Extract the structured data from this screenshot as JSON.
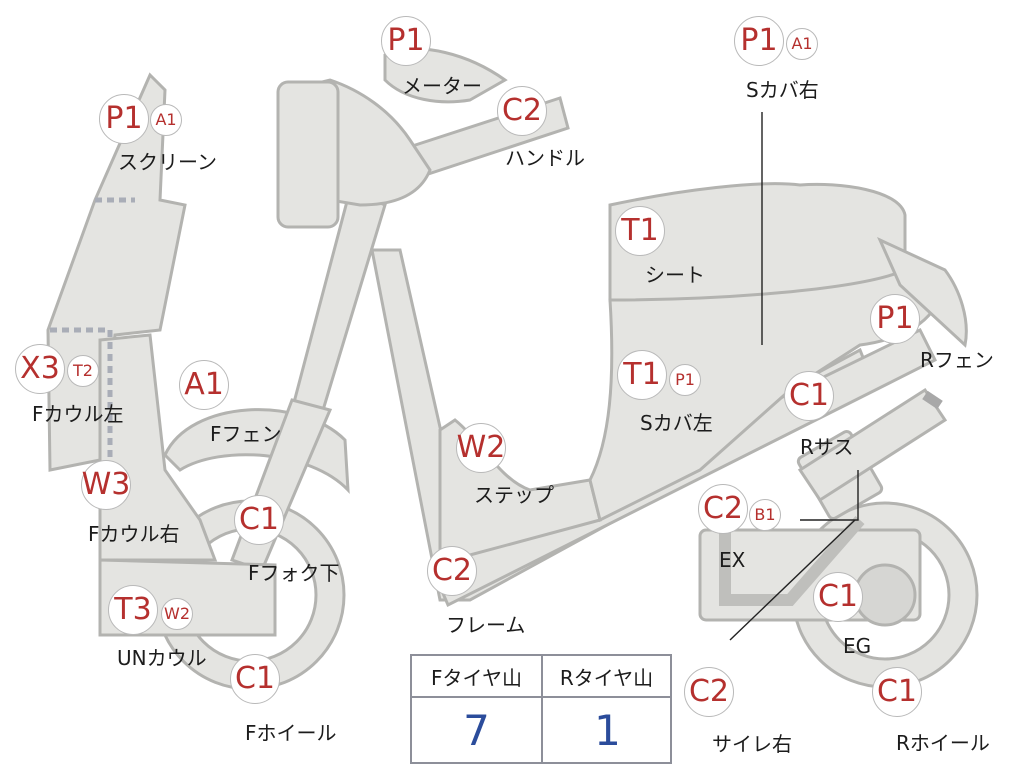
{
  "parts": {
    "screen": {
      "grade": "P1",
      "sub": "A1",
      "label": "スクリーン"
    },
    "meter": {
      "grade": "P1",
      "label": "メーター"
    },
    "handle": {
      "grade": "C2",
      "label": "ハンドル"
    },
    "s_cover_r": {
      "grade": "P1",
      "sub": "A1",
      "label": "Sカバ右"
    },
    "seat": {
      "grade": "T1",
      "label": "シート"
    },
    "r_fender": {
      "grade": "P1",
      "label": "Rフェン"
    },
    "f_cowl_l": {
      "grade": "X3",
      "sub": "T2",
      "label": "Fカウル左"
    },
    "f_fender": {
      "grade": "A1",
      "label": "Fフェン"
    },
    "s_cover_l": {
      "grade": "T1",
      "sub": "P1",
      "label": "Sカバ左"
    },
    "r_sus": {
      "grade": "C1",
      "label": "Rサス"
    },
    "step": {
      "grade": "W2",
      "label": "ステップ"
    },
    "f_cowl_r": {
      "grade": "W3",
      "label": "Fカウル右"
    },
    "f_fork": {
      "grade": "C1",
      "label": "Fフォク下"
    },
    "ex": {
      "grade": "C2",
      "sub": "B1",
      "label": "EX"
    },
    "frame": {
      "grade": "C2",
      "label": "フレーム"
    },
    "eg": {
      "grade": "C1",
      "label": "EG"
    },
    "un_cowl": {
      "grade": "T3",
      "sub": "W2",
      "label": "UNカウル"
    },
    "f_wheel": {
      "grade": "C1",
      "label": "Fホイール"
    },
    "muffler_r": {
      "grade": "C2",
      "label": "サイレ右"
    },
    "r_wheel": {
      "grade": "C1",
      "label": "Rホイール"
    }
  },
  "tire_table": {
    "headers": [
      "Fタイヤ山",
      "Rタイヤ山"
    ],
    "values": [
      "7",
      "1"
    ]
  }
}
